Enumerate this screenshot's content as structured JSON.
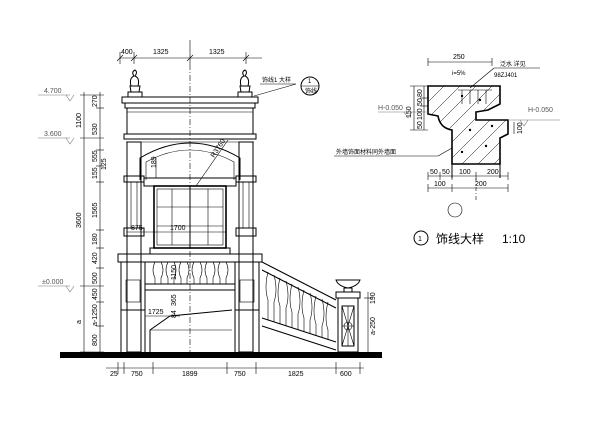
{
  "top_dims": [
    "400",
    "1325",
    "1325"
  ],
  "bottom_dims": [
    "25",
    "750",
    "1899",
    "750",
    "1825",
    "600"
  ],
  "levels": [
    "4.700",
    "3.600",
    "±0.000"
  ],
  "left_dims": [
    "270",
    "1100",
    "530",
    "555",
    "155",
    "125",
    "3600",
    "1565",
    "180",
    "420",
    "500",
    "450",
    "a-1250",
    "a",
    "800"
  ],
  "right_dims": [
    "190",
    "a-250"
  ],
  "inner_dims": [
    "189",
    "R3760",
    "875",
    "1700",
    "1150",
    "365",
    "84",
    "1725"
  ],
  "callout_label": "饰线1 大样",
  "callout_number": "1",
  "callout_sheet": "饰线",
  "detail": {
    "top_dim": "250",
    "slope": "i=5%",
    "ref_a": "泛水 详见",
    "ref_b": "98ZJ401",
    "height_dims": [
      "80",
      "50",
      "150",
      "100",
      "50",
      "100"
    ],
    "level_left": "H-0.050",
    "level_right": "H-0.050",
    "note": "外墙饰面材料同外墙面",
    "bottom_dims_row1": [
      "50",
      "50",
      "100",
      "200"
    ],
    "bottom_dims_row2": [
      "100",
      "200"
    ]
  },
  "title": {
    "number": "1",
    "text": "饰线大样",
    "scale": "1:10"
  }
}
